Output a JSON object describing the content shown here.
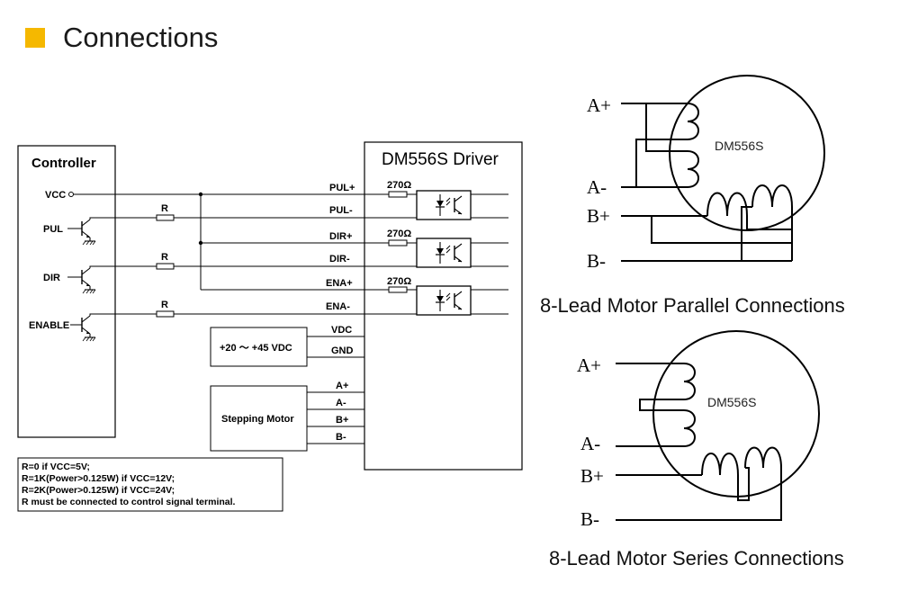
{
  "heading": {
    "title": "Connections",
    "accent_color": "#F5B800"
  },
  "controller": {
    "title": "Controller",
    "vcc": "VCC",
    "pul": "PUL",
    "dir": "DIR",
    "enable": "ENABLE",
    "resistor": "R"
  },
  "driver": {
    "title": "DM556S Driver",
    "terminals": [
      "PUL+",
      "PUL-",
      "DIR+",
      "DIR-",
      "ENA+",
      "ENA-",
      "VDC",
      "GND",
      "A+",
      "A-",
      "B+",
      "B-"
    ],
    "series_resistor": "270Ω"
  },
  "power": {
    "label": "+20 ～ +45 VDC"
  },
  "stepping_motor": {
    "label": "Stepping Motor"
  },
  "notes": [
    "R=0 if VCC=5V;",
    "R=1K(Power>0.125W) if VCC=12V;",
    "R=2K(Power>0.125W) if VCC=24V;",
    "R must be connected to control signal terminal."
  ],
  "parallel": {
    "motor_label": "DM556S",
    "leads": [
      "A+",
      "A-",
      "B+",
      "B-"
    ],
    "caption": "8-Lead Motor Parallel Connections"
  },
  "series": {
    "motor_label": "DM556S",
    "leads": [
      "A+",
      "A-",
      "B+",
      "B-"
    ],
    "caption": "8-Lead Motor Series Connections"
  }
}
